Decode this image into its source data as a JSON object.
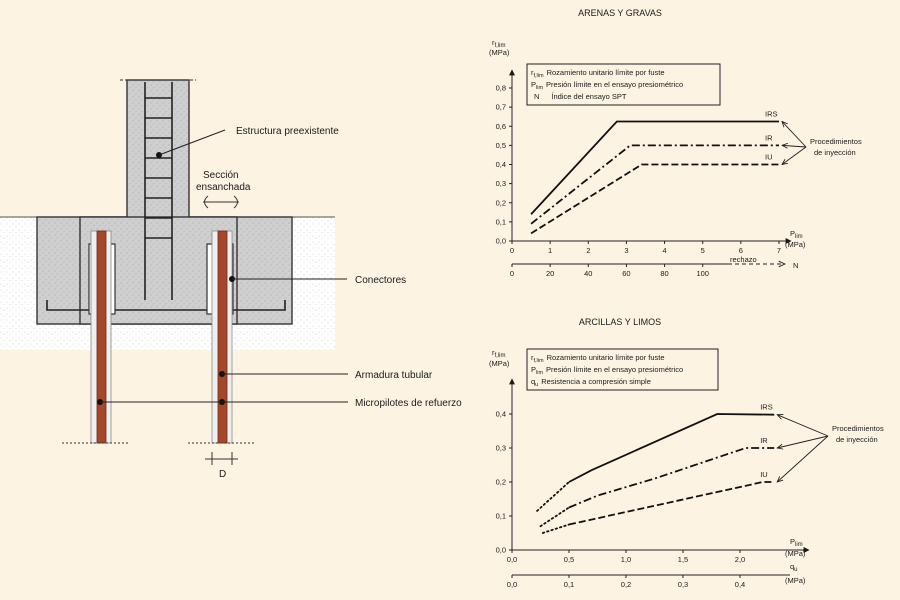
{
  "diagram": {
    "labels": {
      "estructura": "Estructura preexistente",
      "seccion_1": "Sección",
      "seccion_2": "ensanchada",
      "conectores": "Conectores",
      "armadura": "Armadura tubular",
      "micropilotes": "Micropilotes de refuerzo",
      "diametro": "D"
    },
    "colors": {
      "background": "#fdf3e3",
      "concrete": "#d3d3d3",
      "soil": "#ffffff",
      "micropile_core": "#a5482a",
      "micropile_grout": "#ededed"
    }
  },
  "chart_data": [
    {
      "type": "line",
      "title": "ARENAS Y GRAVAS",
      "ylabel_main": "r",
      "ylabel_sub": "f,lim",
      "ylabel_unit": "(MPa)",
      "xlabel_main": "P",
      "xlabel_sub": "lim",
      "xlabel_unit": "(MPa)",
      "xlim": [
        0,
        7
      ],
      "ylim": [
        0,
        0.8
      ],
      "xticks": [
        "0",
        "1",
        "2",
        "3",
        "4",
        "5",
        "6",
        "7"
      ],
      "yticks": [
        "0,0",
        "0,1",
        "0,2",
        "0,3",
        "0,4",
        "0,5",
        "0,6",
        "0,7",
        "0,8"
      ],
      "secondary_axis": {
        "label": "N",
        "ticks": [
          "0",
          "20",
          "40",
          "60",
          "80",
          "100"
        ],
        "tick_values": [
          0,
          20,
          40,
          60,
          80,
          100
        ],
        "scale_per_unit_x": 20,
        "rechazo": "rechazo"
      },
      "legend": [
        {
          "sym": "r",
          "sub": "f,lim",
          "text": "Rozamiento unitario límite por fuste"
        },
        {
          "sym": "P",
          "sub": "lim",
          "text": "Presión límite en el ensayo presiométrico"
        },
        {
          "sym": "N",
          "sub": "",
          "text": "Índice del ensayo SPT"
        }
      ],
      "annotation": [
        "Procedimientos",
        "de inyección"
      ],
      "series": [
        {
          "name": "IRS",
          "dash": "solid",
          "x": [
            0.5,
            2.75,
            7.0
          ],
          "y": [
            0.14,
            0.625,
            0.625
          ]
        },
        {
          "name": "IR",
          "dash": "dashdot",
          "x": [
            0.5,
            3.1,
            7.0
          ],
          "y": [
            0.09,
            0.5,
            0.5
          ]
        },
        {
          "name": "IU",
          "dash": "dashed",
          "x": [
            0.5,
            3.4,
            7.0
          ],
          "y": [
            0.04,
            0.4,
            0.4
          ]
        }
      ]
    },
    {
      "type": "line",
      "title": "ARCILLAS Y LIMOS",
      "ylabel_main": "r",
      "ylabel_sub": "f,lim",
      "ylabel_unit": "(MPa)",
      "xlabel_main": "P",
      "xlabel_sub": "lim",
      "xlabel_unit": "(MPa)",
      "xlim": [
        0,
        2.5
      ],
      "ylim": [
        0,
        0.45
      ],
      "xticks": [
        "0,0",
        "0,5",
        "1,0",
        "1,5",
        "2,0"
      ],
      "yticks": [
        "0,0",
        "0,1",
        "0,2",
        "0,3",
        "0,4"
      ],
      "secondary_axis": {
        "label_main": "q",
        "label_sub": "u",
        "label_unit": "(MPa)",
        "ticks": [
          "0,0",
          "0,1",
          "0,2",
          "0,3",
          "0,4"
        ],
        "tick_values": [
          0,
          0.1,
          0.2,
          0.3,
          0.4
        ],
        "scale_per_unit_x": 0.2
      },
      "legend": [
        {
          "sym": "r",
          "sub": "f,lim",
          "text": "Rozamiento unitario límite por fuste"
        },
        {
          "sym": "P",
          "sub": "lim",
          "text": "Presión límite en el ensayo presiométrico"
        },
        {
          "sym": "q",
          "sub": "u",
          "text": "Resistencia a compresión simple"
        }
      ],
      "annotation": [
        "Procedimientos",
        "de inyección"
      ],
      "series": [
        {
          "name": "IRS",
          "dash": "solid",
          "x": [
            0.5,
            0.7,
            1.0,
            1.8,
            2.3
          ],
          "y": [
            0.2,
            0.235,
            0.28,
            0.4,
            0.398
          ]
        },
        {
          "name": "IR",
          "dash": "dashdot",
          "x": [
            0.5,
            0.75,
            1.25,
            2.05,
            2.3
          ],
          "y": [
            0.125,
            0.16,
            0.21,
            0.3,
            0.3
          ]
        },
        {
          "name": "IU",
          "dash": "dashed",
          "x": [
            0.5,
            2.2,
            2.3
          ],
          "y": [
            0.075,
            0.2,
            0.2
          ]
        }
      ],
      "dotted_lead_in": [
        {
          "series": "IRS",
          "x": [
            0.22,
            0.5
          ],
          "y": [
            0.115,
            0.2
          ]
        },
        {
          "series": "IR",
          "x": [
            0.25,
            0.5
          ],
          "y": [
            0.07,
            0.125
          ]
        },
        {
          "series": "IU",
          "x": [
            0.27,
            0.5
          ],
          "y": [
            0.05,
            0.075
          ]
        }
      ]
    }
  ]
}
